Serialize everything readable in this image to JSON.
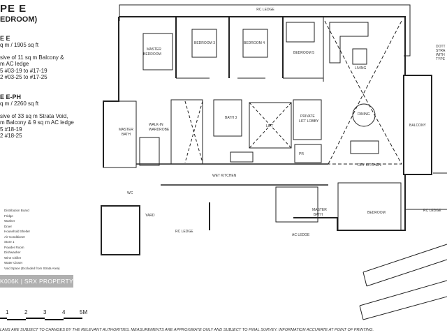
{
  "header": {
    "title": "PE  E",
    "subtitle": "EDROOM)"
  },
  "types": [
    {
      "name": "E E",
      "area": "q m / 1905 sq ft",
      "lines": [
        "sive of 11 sq m Balcony &",
        "m AC ledge",
        "5  #03-19 to #17-19",
        "2  #03-25 to #17-25"
      ]
    },
    {
      "name": "E E-PH",
      "area": "q m / 2260 sq ft",
      "lines": [
        "sive of 33 sq m Strata Void,",
        "m Balcony & 9 sq m AC ledge",
        "5  #18-19",
        "2  #18-25"
      ]
    }
  ],
  "legend": {
    "items": [
      "Distribution Board",
      "Fridge",
      "Washer",
      "Dryer",
      "Household Shelter",
      "Air-Conditioner",
      "Store 1",
      "Powder Room",
      "Dishwasher",
      "Wine Chiller",
      "Water Closet",
      "Void Space (Excluded from Strata Area)"
    ]
  },
  "watermark": "K006K | SRX PROPERTY",
  "scale_bar": {
    "ticks": [
      "1",
      "2",
      "3",
      "4",
      "5M"
    ]
  },
  "disclaimer": "LANS ARE SUBJECT TO CHANGES BY THE RELEVANT AUTHORITIES. MEASUREMENTS ARE APPROXIMATE ONLY AND SUBJECT TO FINAL SURVEY. INFORMATION ACCURATE AT POINT OF PRINTING.",
  "side_note": [
    "DOTT",
    "STRA",
    "WITH",
    "TYPE"
  ],
  "rooms": {
    "rc_ledge_top": "RC LEDGE",
    "master_bedroom": [
      "MASTER",
      "BEDROOM"
    ],
    "bedroom3": "BEDROOM 3",
    "bedroom4": "BEDROOM 4",
    "bedroom5": "BEDROOM 5",
    "living": "LIVING",
    "dining": "DINING",
    "balcony": "BALCONY",
    "master_bath": [
      "MASTER",
      "BATH"
    ],
    "walk_in_wardrobe": [
      "WALK-IN",
      "WARDROBE"
    ],
    "bath3": "BATH 3",
    "lift": "LIFT",
    "private_lift_lobby": [
      "PRIVATE",
      "LIFT LOBBY"
    ],
    "pr": "PR",
    "dry_kitchen": "DRY KITCHEN",
    "wet_kitchen": "WET KITCHEN",
    "wc": "WC",
    "yard": "YARD",
    "rc_ledge_left": "RC LEDGE",
    "ac_ledge": "AC LEDGE",
    "master_bath_2": [
      "MASTER",
      "BATH"
    ],
    "bedroom_lower": "BEDROOM",
    "rc_ledge_right": "RC LEDGE"
  },
  "colors": {
    "line": "#222222",
    "watermark_bg": "#969696"
  }
}
